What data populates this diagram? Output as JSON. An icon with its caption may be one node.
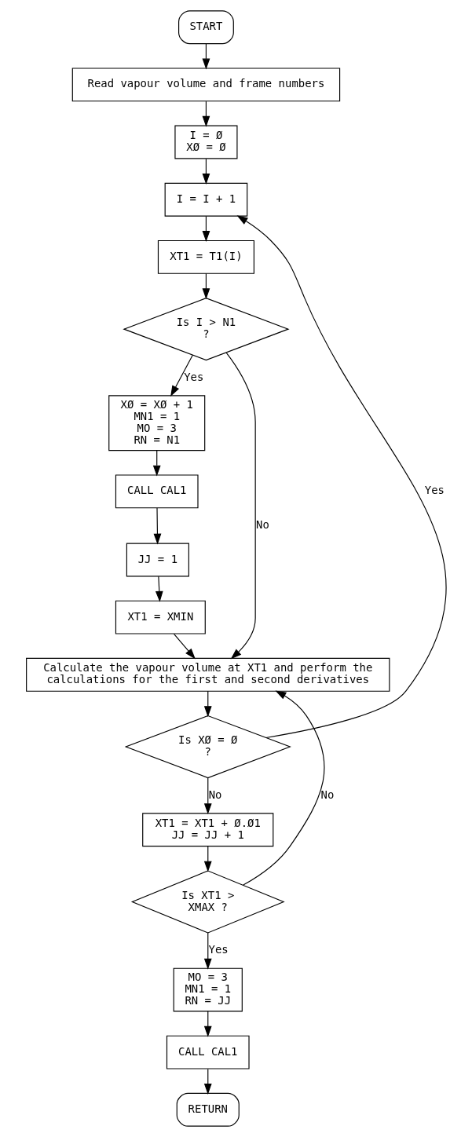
{
  "diagram": {
    "nodes": [
      {
        "text": [
          "START"
        ]
      },
      {
        "text": [
          "Read vapour volume and frame numbers"
        ]
      },
      {
        "text": [
          "I = Ø",
          "XØ = Ø"
        ]
      },
      {
        "text": [
          "I = I + 1"
        ]
      },
      {
        "text": [
          "XT1 = T1(I)"
        ]
      },
      {
        "text": [
          "Is I > N1 ?"
        ]
      },
      {
        "text": [
          "XØ = XØ + 1",
          "MN1 = 1",
          "MO = 3",
          "RN = N1"
        ]
      },
      {
        "text": [
          "CALL CAL1"
        ]
      },
      {
        "text": [
          "JJ = 1"
        ]
      },
      {
        "text": [
          "XT1 = XMIN"
        ]
      },
      {
        "text": [
          "Calculate the vapour volume at XT1 and perform the calculations for the first and second derivatives"
        ]
      },
      {
        "text": [
          "Is XØ = Ø ?"
        ]
      },
      {
        "text": [
          "XT1 = XT1 + Ø.Ø1",
          "JJ = JJ + 1"
        ]
      },
      {
        "text": [
          "Is XT1 > XMAX ?"
        ]
      },
      {
        "text": [
          "MO = 3",
          "MN1 = 1",
          "RN = JJ"
        ]
      },
      {
        "text": [
          "CALL CAL1"
        ]
      },
      {
        "text": [
          "RETURN"
        ]
      }
    ],
    "edges": [
      {
        "from": 0,
        "to": 1,
        "arrow": "to"
      },
      {
        "from": 1,
        "to": 2,
        "arrow": "to"
      },
      {
        "from": 2,
        "to": 3,
        "arrow": "to"
      },
      {
        "from": 3,
        "to": 4,
        "arrow": "to"
      },
      {
        "from": 4,
        "to": 5,
        "arrow": "to"
      },
      {
        "from": 5,
        "to": 6,
        "arrow": "to",
        "label": "Yes"
      },
      {
        "from": 6,
        "to": 7,
        "arrow": "to"
      },
      {
        "from": 7,
        "to": 8,
        "arrow": "to"
      },
      {
        "from": 8,
        "to": 9,
        "arrow": "to"
      },
      {
        "from": 9,
        "to": 10,
        "arrow": "to"
      },
      {
        "from": 5,
        "to": 10,
        "arrow": "to",
        "label": "No"
      },
      {
        "from": 10,
        "to": 11,
        "arrow": "to"
      },
      {
        "from": 11,
        "to": 3,
        "arrow": "to",
        "label": "Yes"
      },
      {
        "from": 11,
        "to": 12,
        "arrow": "to",
        "label": "No"
      },
      {
        "from": 12,
        "to": 13,
        "arrow": "to"
      },
      {
        "from": 13,
        "to": 10,
        "arrow": "to",
        "label": "No"
      },
      {
        "from": 13,
        "to": 14,
        "arrow": "to",
        "label": "Yes"
      },
      {
        "from": 14,
        "to": 15,
        "arrow": "to"
      },
      {
        "from": 15,
        "to": 16,
        "arrow": "to"
      }
    ]
  }
}
